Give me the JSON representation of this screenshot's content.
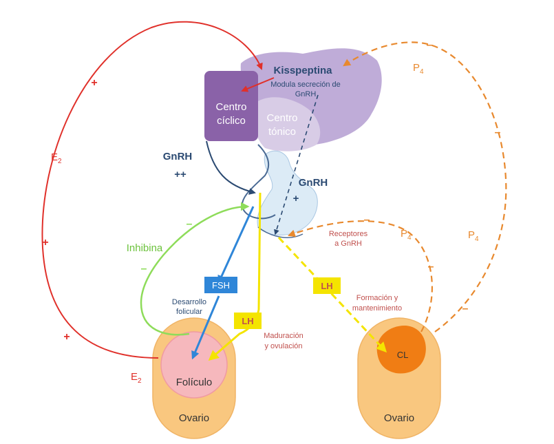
{
  "colors": {
    "red": "#e0302a",
    "orange": "#e8892e",
    "green": "#8edc5a",
    "blue": "#2f86d8",
    "yellow": "#f4e400",
    "navy": "#2b4a72",
    "purple_dark": "#8a62a8",
    "purple_light": "#b8a3d4",
    "lilac": "#d8cce6",
    "pituitary": "#dcebf6",
    "ovary": "#f9c77f",
    "follicle": "#f6b8bd",
    "cl": "#f07d14"
  },
  "labels": {
    "kisspeptina": "Kisspeptina",
    "modula_1": "Modula secreción de",
    "modula_2": "GnRH",
    "centro_ciclico_1": "Centro",
    "centro_ciclico_2": "cíclico",
    "centro_tonico_1": "Centro",
    "centro_tonico_2": "tónico",
    "gnrh_left": "GnRH",
    "plusplus": "++",
    "gnrh_right": "GnRH",
    "plus_pituitary": "+",
    "receptores_1": "Receptores",
    "receptores_2": "a GnRH",
    "inhibina": "Inhibina",
    "fsh": "FSH",
    "desarrollo_1": "Desarrollo",
    "desarrollo_2": "folicular",
    "lh_left": "LH",
    "lh_right": "LH",
    "maduracion_1": "Maduración",
    "maduracion_2": "y ovulación",
    "formacion_1": "Formación y",
    "formacion_2": "mantenimiento",
    "foliculo": "Folículo",
    "ovario_left": "Ovario",
    "ovario_right": "Ovario",
    "cl": "CL",
    "e2_top": "E",
    "e2_top_sub": "2",
    "e2_bottom": "E",
    "e2_bottom_sub": "2",
    "p4_top": "P",
    "p4_top_sub": "4",
    "p4_mid": "P",
    "p4_mid_sub": "4",
    "p4_right": "P",
    "p4_right_sub": "4",
    "plus": "+",
    "minus": "–"
  }
}
